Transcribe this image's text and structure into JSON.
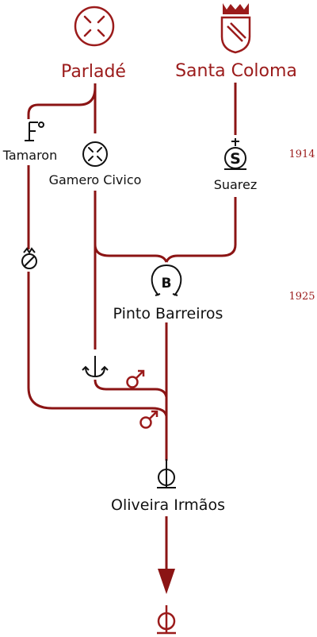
{
  "roots": {
    "left": {
      "label": "Parladé"
    },
    "right": {
      "label": "Santa Coloma"
    }
  },
  "nodes": {
    "tamaron": {
      "label": "Tamaron"
    },
    "gamero": {
      "label": "Gamero Civico"
    },
    "suarez": {
      "label": "Suarez"
    },
    "pinto": {
      "label": "Pinto Barreiros"
    },
    "oliveira": {
      "label": "Oliveira Irmãos"
    }
  },
  "years": [
    "1914",
    "1925"
  ],
  "colors": {
    "line": "#8b1414",
    "accent": "#9b1b1b",
    "text": "#111111"
  },
  "icons": {
    "parlade": "x-circle-brand-icon",
    "santa_coloma": "crowned-shield-icon",
    "tamaron": "hooked-f-brand-icon",
    "gamero": "x-circle-brand-icon",
    "suarez": "crowned-s-circle-icon",
    "branch": "crowned-slashed-circle-icon",
    "pinto": "horseshoe-b-brand-icon",
    "anchor": "anchor-brand-icon",
    "male_1": "male-symbol-icon",
    "male_2": "male-symbol-icon",
    "oliveira": "phi-stand-brand-icon",
    "result": "phi-stand-brand-icon"
  }
}
